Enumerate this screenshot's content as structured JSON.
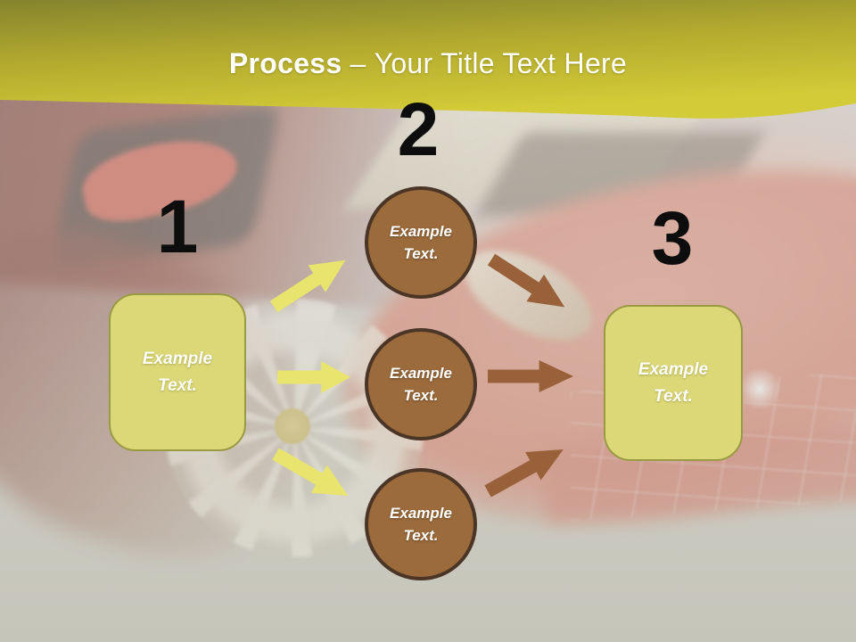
{
  "slide": {
    "title": {
      "bold": "Process",
      "separator": "–",
      "rest": "Your Title Text Here"
    },
    "steps": [
      {
        "number": "1",
        "shape": "rounded-rectangle",
        "label": "Example Text."
      },
      {
        "number": "2",
        "shape": "circle-group",
        "labels": [
          "Example Text.",
          "Example Text.",
          "Example Text."
        ]
      },
      {
        "number": "3",
        "shape": "rounded-rectangle",
        "label": "Example Text."
      }
    ]
  },
  "colors": {
    "band_dark": "#85842e",
    "band_mid": "#b4ab2f",
    "band_bright": "#d3cb37",
    "box_fill": "#dcd878",
    "box_border": "#9a9a43",
    "box_text": "#ffffff",
    "circle_fill": "#9c6b3c",
    "circle_border": "#4a3526",
    "circle_text": "#ffffff",
    "arrow_yellow": "#e9e46e",
    "arrow_brown": "#99613a",
    "number_color": "#0d0d0d",
    "title_color": "#ffffff"
  }
}
